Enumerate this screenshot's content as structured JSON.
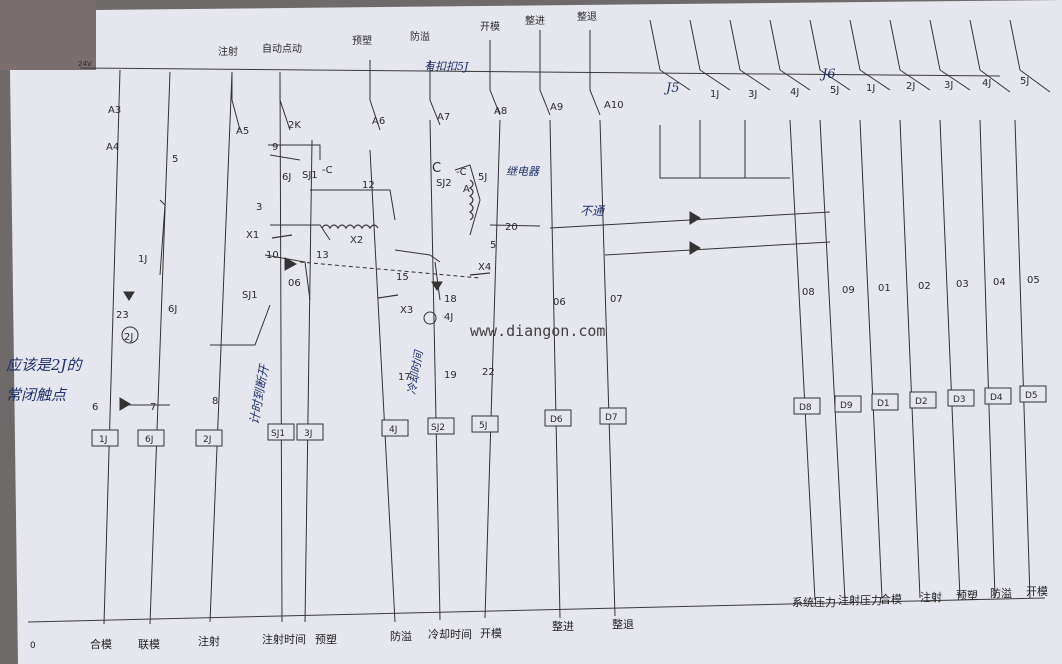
{
  "top_labels": [
    "注射",
    "自动点动",
    "预塑",
    "防溢",
    "开模",
    "整进",
    "整退"
  ],
  "supply_label": "24V",
  "coil_boxes": [
    "1J",
    "6J",
    "2J",
    "SJ1",
    "3J",
    "4J",
    "SJ2",
    "5J",
    "D6",
    "D7",
    "D8",
    "D9",
    "D1",
    "D2",
    "D3",
    "D4",
    "D5"
  ],
  "bottom_labels": [
    "合模",
    "联模",
    "注射",
    "注射时间",
    "预塑",
    "防溢",
    "冷却时间",
    "开模",
    "整进",
    "整退"
  ],
  "bottom_right_labels": [
    "系统压力",
    "注射压力",
    "合模",
    "注射",
    "预塑",
    "防溢",
    "开模"
  ],
  "bottom_left_label": "0",
  "contact_labels": [
    "A3",
    "A4",
    "5",
    "1J",
    "6J",
    "A5",
    "2K",
    "9",
    "6J",
    "SJ1",
    "-C",
    "12",
    "A6",
    "A7",
    "A8",
    "A9",
    "A10",
    "3",
    "X1",
    "X2",
    "10",
    "13",
    "06",
    "SJ1",
    "15",
    "X3",
    "18",
    "4J",
    "X4",
    "20",
    "5",
    "23",
    "2J",
    "6",
    "7",
    "8",
    "17",
    "19",
    "22",
    "06",
    "07",
    "08",
    "09",
    "01",
    "02",
    "03",
    "04",
    "05",
    "1J",
    "3J",
    "4J",
    "5J",
    "1J",
    "2J",
    "3J",
    "4J",
    "5J",
    "C",
    "SJ2",
    "5J",
    "A",
    "-C"
  ],
  "group_labels": [
    "J5",
    "J6"
  ],
  "watermark": "www.diangon.com",
  "handwritten": [
    "应该是2J的",
    "常闭触点",
    "计时到断开",
    "冷却时间",
    "有扣扣5J",
    "继电器",
    "不通"
  ]
}
